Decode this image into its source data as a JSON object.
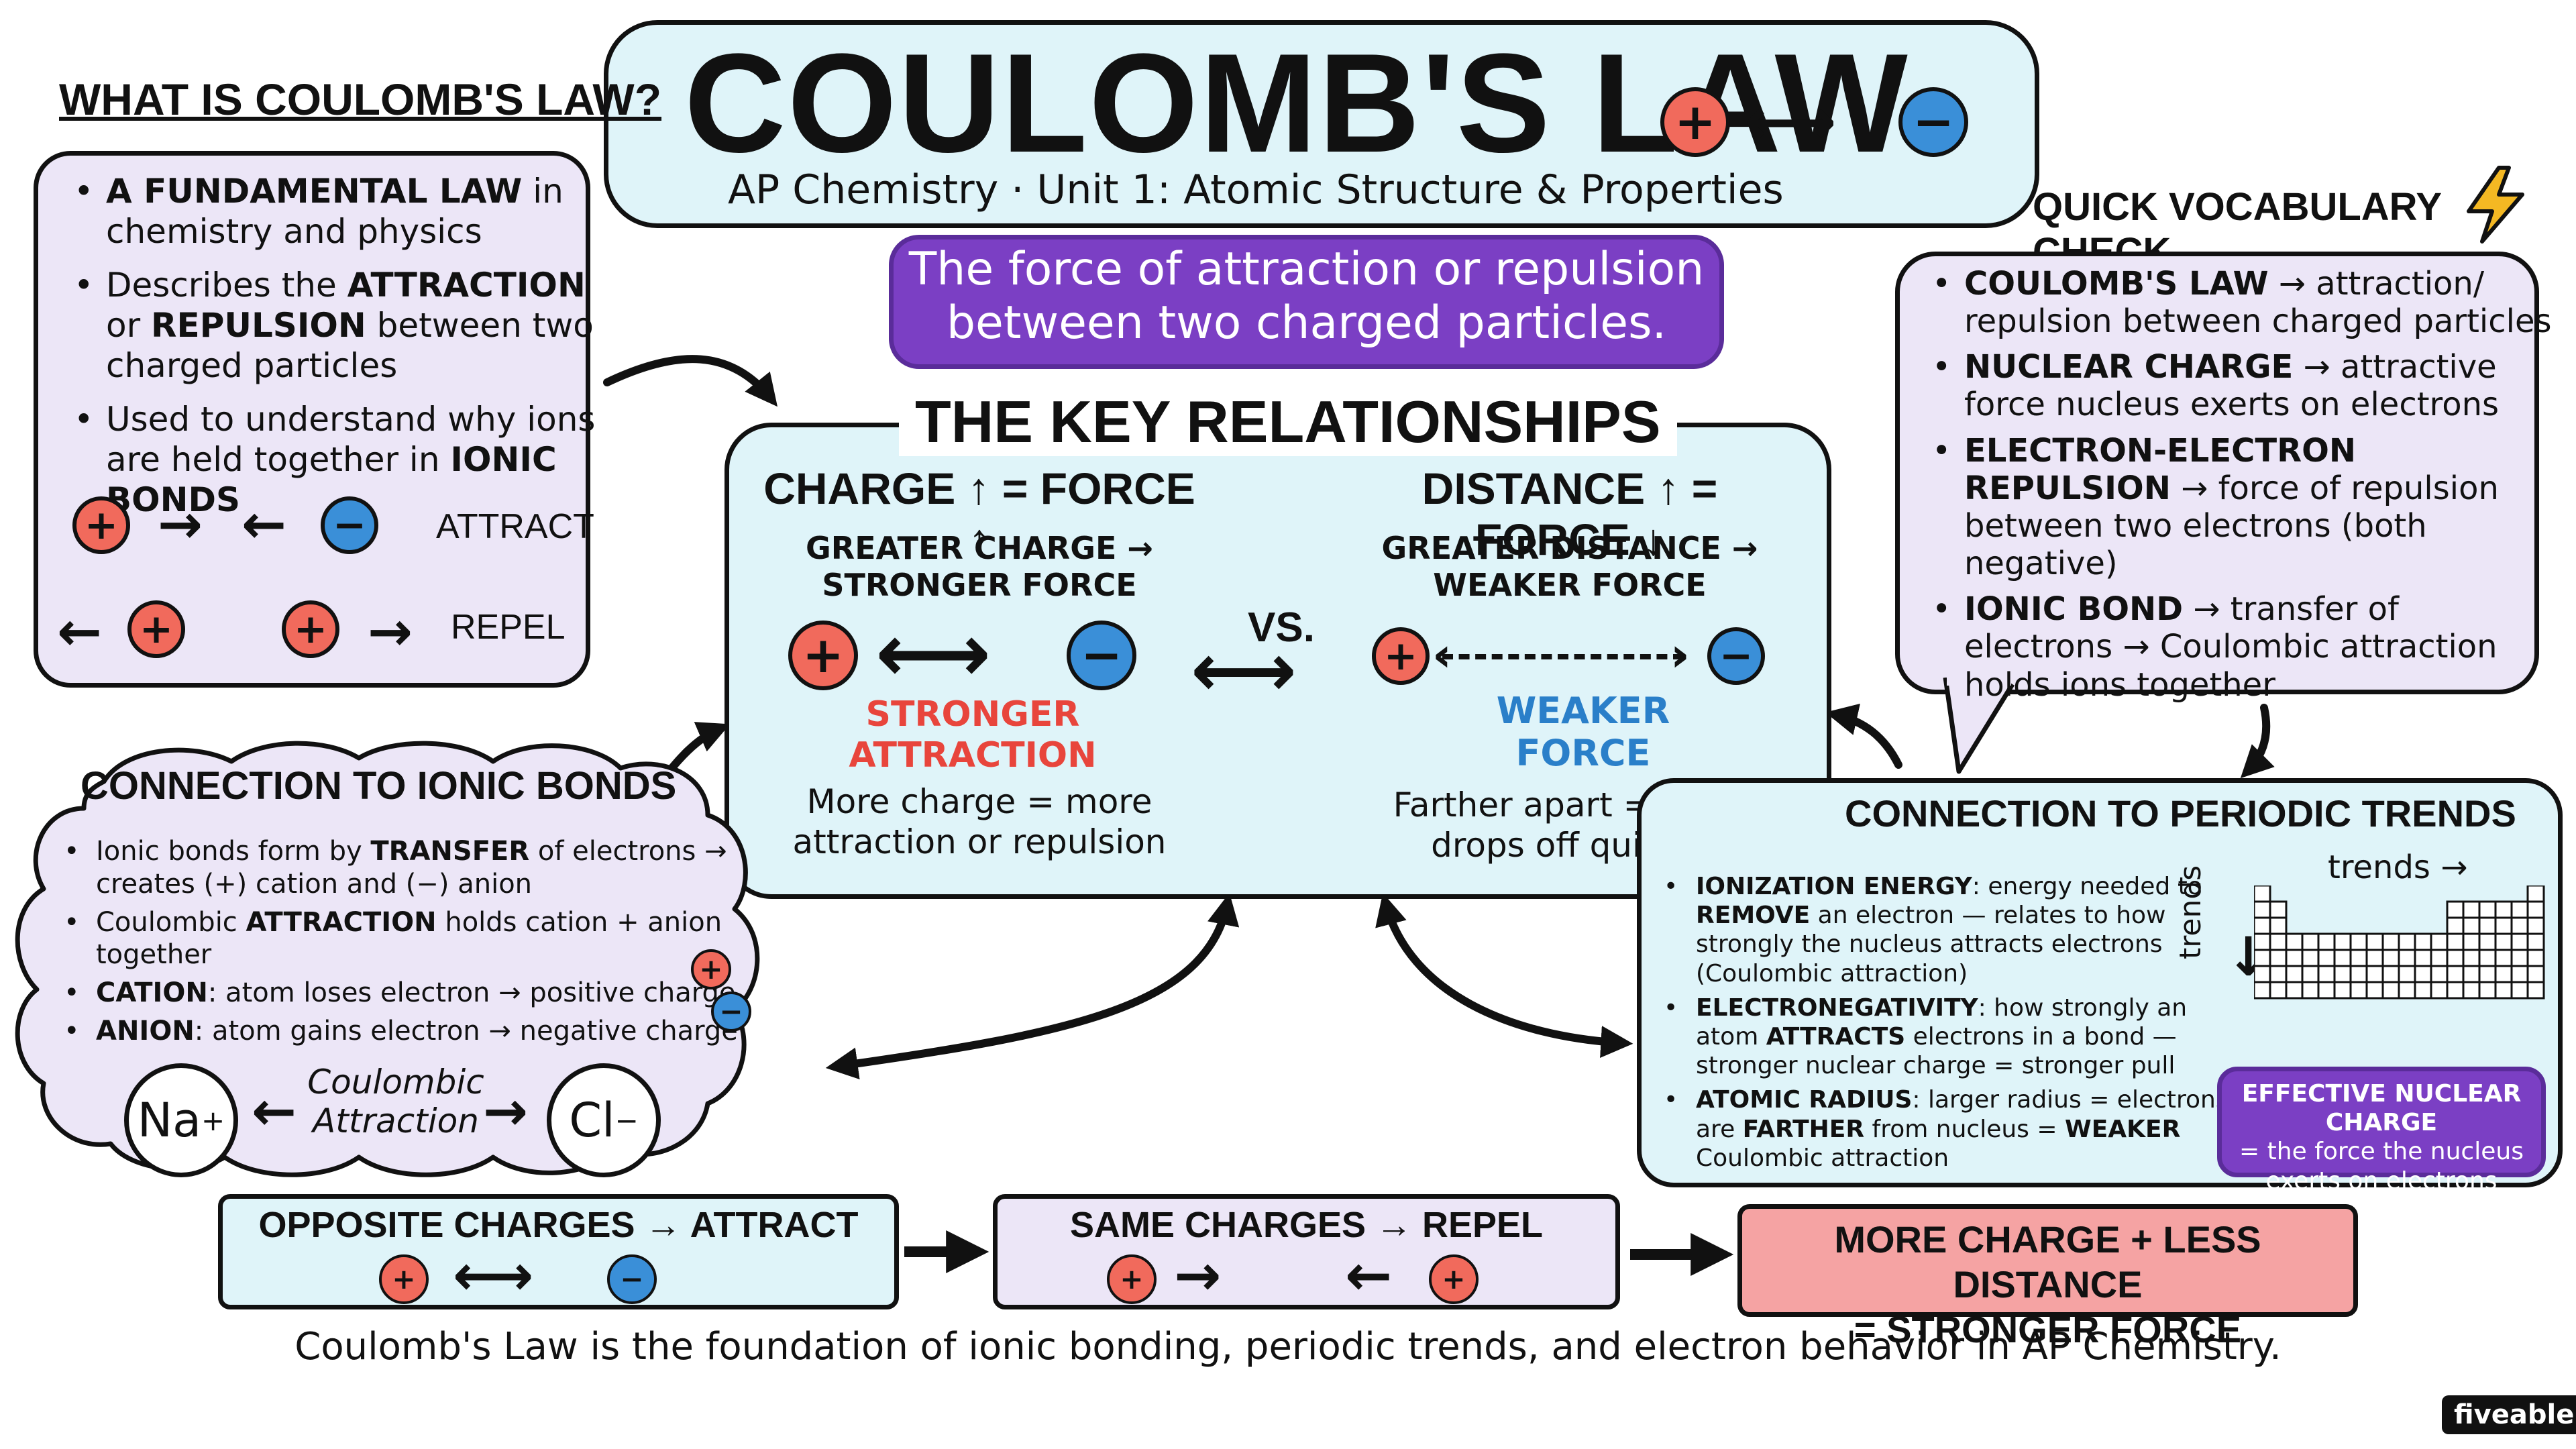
{
  "title": {
    "main": "COULOMB'S LAW",
    "subtitle": "AP Chemistry · Unit 1: Atomic Structure & Properties",
    "definition_line1": "The force of attraction or repulsion",
    "definition_line2": "between two charged particles."
  },
  "what_is": {
    "heading": "WHAT IS COULOMB'S LAW?",
    "b1_bold": "A FUNDAMENTAL LAW",
    "b1_rest": " in chemistry and physics",
    "b2_pre": "Describes the ",
    "b2_bold1": "ATTRACTION",
    "b2_mid": " or ",
    "b2_bold2": "REPULSION",
    "b2_rest": " between two charged particles",
    "b3_pre": "Used to understand why ions are held together in ",
    "b3_bold": "IONIC BONDS",
    "attract_label": "ATTRACT",
    "repel_label": "REPEL"
  },
  "key": {
    "heading": "THE KEY RELATIONSHIPS",
    "left_title": "CHARGE ↑ = FORCE ↑",
    "left_sub1": "GREATER CHARGE →",
    "left_sub2": "STRONGER FORCE",
    "left_result1": "STRONGER",
    "left_result2": "ATTRACTION",
    "left_note1": "More charge = more",
    "left_note2": "attraction or repulsion",
    "vs": "VS.",
    "right_title": "DISTANCE ↑ = FORCE ↓",
    "right_sub1": "GREATER DISTANCE →",
    "right_sub2": "WEAKER FORCE",
    "right_result1": "WEAKER",
    "right_result2": "FORCE",
    "right_note1": "Farther apart = force",
    "right_note2": "drops off quickly"
  },
  "vocab": {
    "heading": "QUICK VOCABULARY CHECK",
    "items": [
      {
        "term": "COULOMB'S LAW",
        "def": " → attraction/ repulsion between charged particles"
      },
      {
        "term": "NUCLEAR CHARGE",
        "def": " → attractive force nucleus exerts on electrons"
      },
      {
        "term": "ELECTRON-ELECTRON REPULSION",
        "def": " → force of repulsion between two electrons (both negative)"
      },
      {
        "term": "IONIC BOND",
        "def": " → transfer of electrons → Coulombic attraction holds ions together"
      }
    ]
  },
  "ionic": {
    "heading": "CONNECTION TO IONIC BONDS",
    "i1_pre": "Ionic bonds form by ",
    "i1_bold": "TRANSFER",
    "i1_rest": " of electrons → creates (+) cation and (−) anion",
    "i2_pre": "Coulombic ",
    "i2_bold": "ATTRACTION",
    "i2_rest": " holds cation + anion together",
    "i3_bold": "CATION",
    "i3_rest": ": atom loses electron → positive charge",
    "i4_bold": "ANION",
    "i4_rest": ": atom gains electron → negative charge",
    "na": "Na",
    "na_sup": "+",
    "cl": "Cl",
    "cl_sup": "−",
    "attr1": "Coulombic",
    "attr2": "Attraction"
  },
  "periodic": {
    "heading": "CONNECTION TO PERIODIC TRENDS",
    "p1_bold": "IONIZATION ENERGY",
    "p1_rest1": ": energy needed to ",
    "p1_bold2": "REMOVE",
    "p1_rest2": " an electron — relates to how strongly the nucleus attracts electrons (Coulombic attraction)",
    "p2_bold": "ELECTRONEGATIVITY",
    "p2_rest1": ": how strongly an atom ",
    "p2_bold2": "ATTRACTS",
    "p2_rest2": " electrons in a bond — stronger nuclear charge = stronger pull",
    "p3_bold": "ATOMIC RADIUS",
    "p3_rest1": ": larger radius = electrons are ",
    "p3_bold2": "FARTHER",
    "p3_rest2": " from nucleus = ",
    "p3_bold3": "WEAKER",
    "p3_rest3": " Coulombic attraction",
    "trends_h": "trends →",
    "trends_v": "trends",
    "enc1": "EFFECTIVE NUCLEAR CHARGE",
    "enc2": "= the force the nucleus",
    "enc3": "exerts on electrons"
  },
  "bottom": {
    "opp": "OPPOSITE CHARGES → ATTRACT",
    "same": "SAME CHARGES → REPEL",
    "more1": "MORE CHARGE + LESS DISTANCE",
    "more2": "= STRONGER FORCE",
    "footer": "Coulomb's Law is the foundation of ionic bonding, periodic trends, and electron behavior in AP Chemistry."
  },
  "symbols": {
    "plus": "+",
    "minus": "−"
  },
  "brand": "fiveable",
  "colors": {
    "positive": "#f16a5c",
    "negative": "#3a8fd8",
    "lavender": "#ece6f7",
    "light_cyan": "#dff4f9",
    "purple": "#7b3fc4",
    "pink": "#f5a3a3",
    "stronger_red": "#e8453c",
    "weaker_blue": "#2a7fc9",
    "bolt_yellow": "#f4b823"
  }
}
